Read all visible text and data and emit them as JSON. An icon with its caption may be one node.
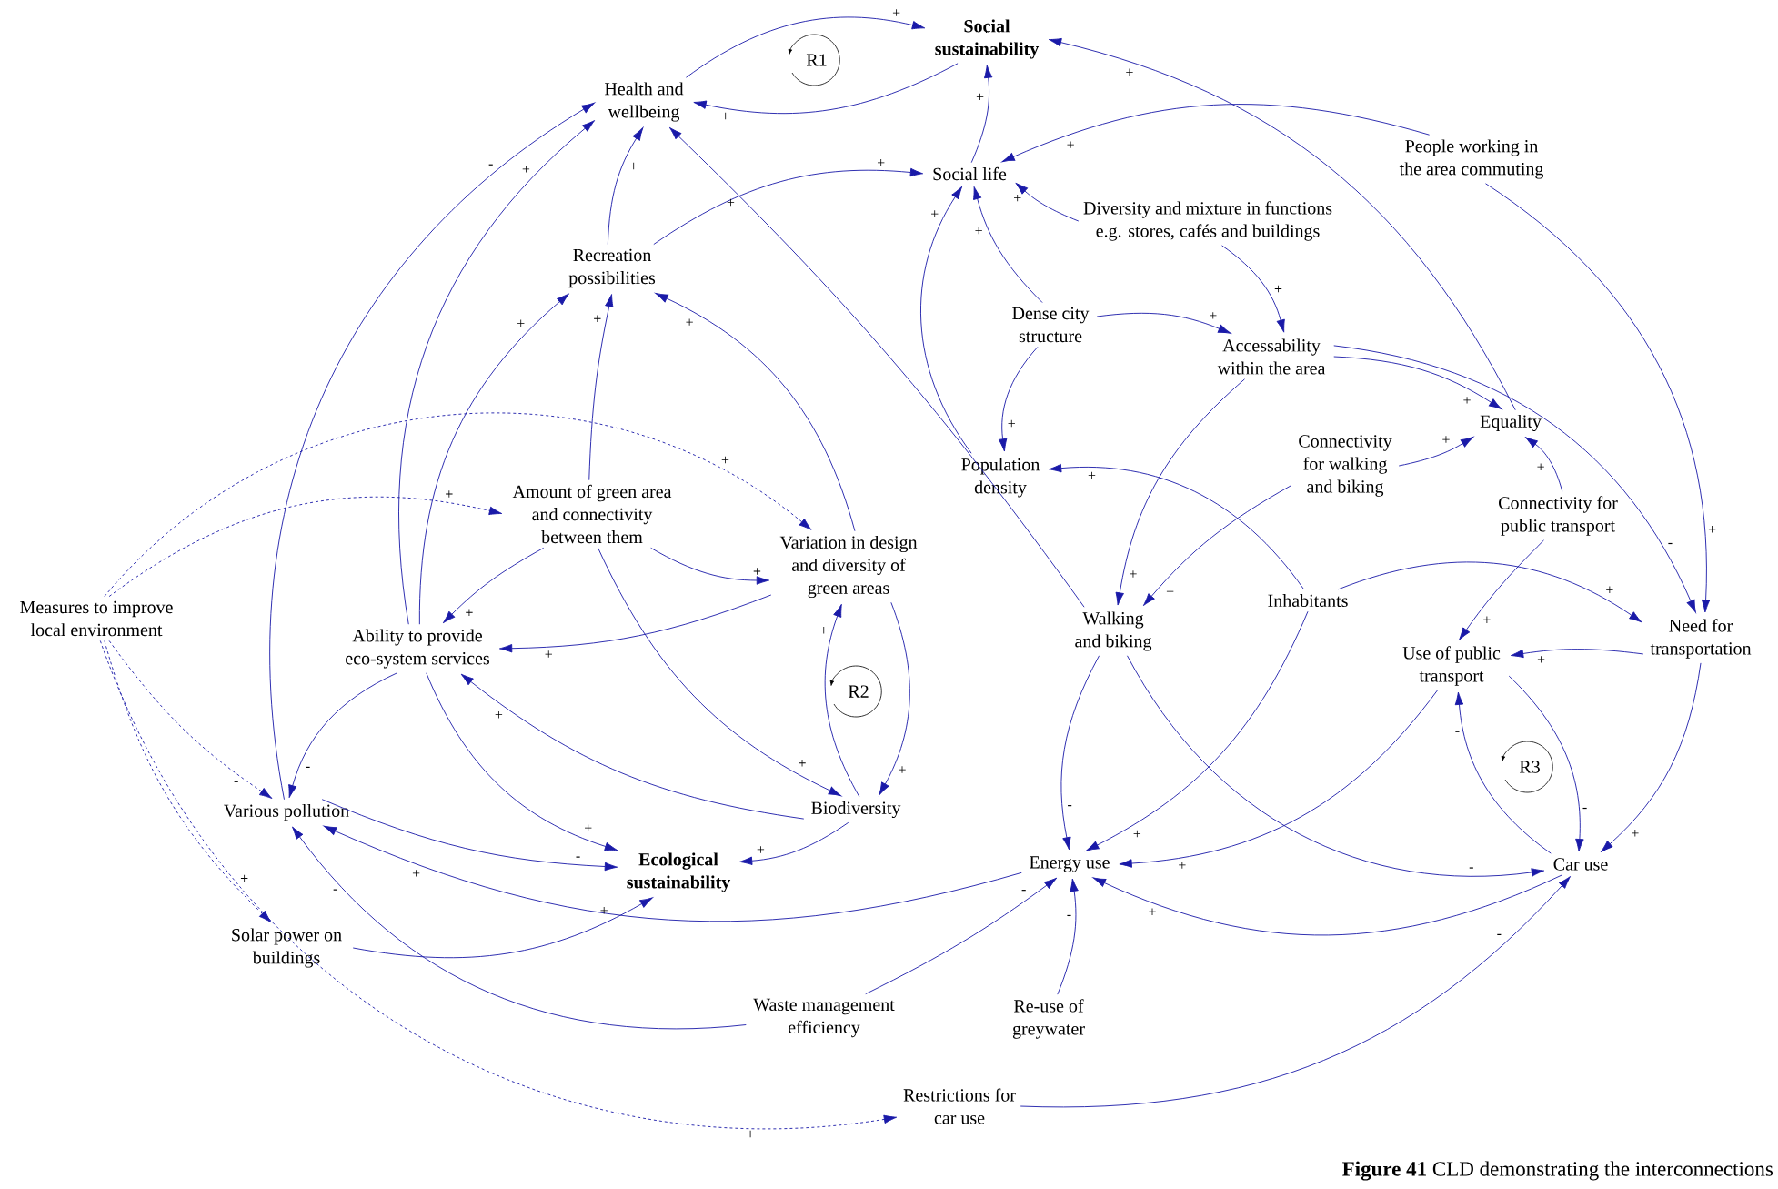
{
  "diagram": {
    "caption": "**Figure 41** CLD demonstrating the interconnections",
    "nodes": [
      {
        "text": [
          "Social sustainability"
        ]
      },
      {
        "text": [
          "Health and wellbeing"
        ]
      },
      {
        "text": [
          "Social life"
        ]
      },
      {
        "text": [
          "People working in the area commuting"
        ]
      },
      {
        "text": [
          "Diversity and mixture in functions e.g. stores, cafés and buildings"
        ]
      },
      {
        "text": [
          "Recreation possibilities"
        ]
      },
      {
        "text": [
          "Dense city structure"
        ]
      },
      {
        "text": [
          "Accessability within the area"
        ]
      },
      {
        "text": [
          "Equality"
        ]
      },
      {
        "text": [
          "Population density"
        ]
      },
      {
        "text": [
          "Connectivity for walking and biking"
        ]
      },
      {
        "text": [
          "Amount of green area and connectivity between them"
        ]
      },
      {
        "text": [
          "Connectivity for public transport"
        ]
      },
      {
        "text": [
          "Variation in design and diversity of green areas"
        ]
      },
      {
        "text": [
          "Measures to improve local environment"
        ]
      },
      {
        "text": [
          "Walking and biking"
        ]
      },
      {
        "text": [
          "Inhabitants"
        ]
      },
      {
        "text": [
          "Ability to provide eco-system services"
        ]
      },
      {
        "text": [
          "Need for transportation"
        ]
      },
      {
        "text": [
          "Use of public transport"
        ]
      },
      {
        "text": [
          "Various pollution"
        ]
      },
      {
        "text": [
          "Biodiversity"
        ]
      },
      {
        "text": [
          "Ecological sustainability"
        ]
      },
      {
        "text": [
          "Energy use"
        ]
      },
      {
        "text": [
          "Car use"
        ]
      },
      {
        "text": [
          "Solar power on buildings"
        ]
      },
      {
        "text": [
          "Waste management efficiency"
        ]
      },
      {
        "text": [
          "Re-use of greywater"
        ]
      },
      {
        "text": [
          "Restrictions for car use"
        ]
      }
    ],
    "edges": [
      {
        "from": 1,
        "to": 0,
        "arrow": "to",
        "label": "+"
      },
      {
        "from": 0,
        "to": 1,
        "arrow": "to",
        "label": "+"
      },
      {
        "from": 2,
        "to": 0,
        "arrow": "to",
        "label": "+"
      },
      {
        "from": 8,
        "to": 0,
        "arrow": "to",
        "label": "+"
      },
      {
        "from": 3,
        "to": 2,
        "arrow": "to",
        "label": "+"
      },
      {
        "from": 3,
        "to": 18,
        "arrow": "to",
        "label": "+"
      },
      {
        "from": 7,
        "to": 18,
        "arrow": "to",
        "label": "-"
      },
      {
        "from": 5,
        "to": 2,
        "arrow": "to",
        "label": "+"
      },
      {
        "from": 5,
        "to": 1,
        "arrow": "to",
        "label": "+"
      },
      {
        "from": 20,
        "to": 1,
        "arrow": "to",
        "label": "-"
      },
      {
        "from": 17,
        "to": 1,
        "arrow": "to",
        "label": "+"
      },
      {
        "from": 15,
        "to": 1,
        "arrow": "to",
        "label": "+"
      },
      {
        "from": 4,
        "to": 2,
        "arrow": "to",
        "label": "+"
      },
      {
        "from": 6,
        "to": 2,
        "arrow": "to",
        "label": "+"
      },
      {
        "from": 9,
        "to": 2,
        "arrow": "to",
        "label": "+"
      },
      {
        "from": 4,
        "to": 7,
        "arrow": "to",
        "label": "+"
      },
      {
        "from": 6,
        "to": 7,
        "arrow": "to",
        "label": "+"
      },
      {
        "from": 6,
        "to": 9,
        "arrow": "to",
        "label": "+"
      },
      {
        "from": 7,
        "to": 8,
        "arrow": "to",
        "label": "+"
      },
      {
        "from": 10,
        "to": 8,
        "arrow": "to",
        "label": "+"
      },
      {
        "from": 12,
        "to": 8,
        "arrow": "to",
        "label": "+"
      },
      {
        "from": 16,
        "to": 9,
        "arrow": "to",
        "label": "+"
      },
      {
        "from": 7,
        "to": 15,
        "arrow": "to",
        "label": "+"
      },
      {
        "from": 10,
        "to": 15,
        "arrow": "to",
        "label": "+"
      },
      {
        "from": 12,
        "to": 19,
        "arrow": "to",
        "label": "+"
      },
      {
        "from": 16,
        "to": 18,
        "arrow": "to",
        "label": "+"
      },
      {
        "from": 18,
        "to": 19,
        "arrow": "to",
        "label": "+"
      },
      {
        "from": 18,
        "to": 24,
        "arrow": "to",
        "label": "+"
      },
      {
        "from": 19,
        "to": 24,
        "arrow": "to",
        "label": "-"
      },
      {
        "from": 24,
        "to": 19,
        "arrow": "to",
        "label": "-"
      },
      {
        "from": 19,
        "to": 23,
        "arrow": "to",
        "label": "+"
      },
      {
        "from": 16,
        "to": 23,
        "arrow": "to",
        "label": "+"
      },
      {
        "from": 15,
        "to": 23,
        "arrow": "to",
        "label": "-"
      },
      {
        "from": 15,
        "to": 24,
        "arrow": "to",
        "label": "-"
      },
      {
        "from": 24,
        "to": 23,
        "arrow": "to",
        "label": "+"
      },
      {
        "from": 26,
        "to": 23,
        "arrow": "to",
        "label": "-"
      },
      {
        "from": 27,
        "to": 23,
        "arrow": "to",
        "label": "-"
      },
      {
        "from": 28,
        "to": 24,
        "arrow": "to",
        "label": "-"
      },
      {
        "from": 23,
        "to": 20,
        "arrow": "to",
        "label": "+"
      },
      {
        "from": 26,
        "to": 20,
        "arrow": "to",
        "label": "-"
      },
      {
        "from": 20,
        "to": 22,
        "arrow": "to",
        "label": "-"
      },
      {
        "from": 17,
        "to": 22,
        "arrow": "to",
        "label": "+"
      },
      {
        "from": 21,
        "to": 22,
        "arrow": "to",
        "label": "+"
      },
      {
        "from": 25,
        "to": 22,
        "arrow": "to",
        "label": "+"
      },
      {
        "from": 17,
        "to": 20,
        "arrow": "to",
        "label": "-"
      },
      {
        "from": 11,
        "to": 5,
        "arrow": "to",
        "label": "+"
      },
      {
        "from": 17,
        "to": 5,
        "arrow": "to",
        "label": "+"
      },
      {
        "from": 13,
        "to": 5,
        "arrow": "to",
        "label": "+"
      },
      {
        "from": 11,
        "to": 13,
        "arrow": "to",
        "label": "+"
      },
      {
        "from": 11,
        "to": 17,
        "arrow": "to",
        "label": "+"
      },
      {
        "from": 13,
        "to": 17,
        "arrow": "to",
        "label": "+"
      },
      {
        "from": 11,
        "to": 21,
        "arrow": "to",
        "label": "+"
      },
      {
        "from": 21,
        "to": 13,
        "arrow": "to",
        "label": "+"
      },
      {
        "from": 13,
        "to": 21,
        "arrow": "to",
        "label": "+"
      },
      {
        "from": 21,
        "to": 17,
        "arrow": "to",
        "label": "+"
      },
      {
        "from": 14,
        "to": 11,
        "arrow": "to",
        "label": "+",
        "style": "dashed"
      },
      {
        "from": 14,
        "to": 13,
        "arrow": "to",
        "label": "+",
        "style": "dashed"
      },
      {
        "from": 14,
        "to": 20,
        "arrow": "to",
        "label": "-",
        "style": "dashed"
      },
      {
        "from": 14,
        "to": 25,
        "arrow": "to",
        "label": "+",
        "style": "dashed"
      },
      {
        "from": 14,
        "to": 28,
        "arrow": "to",
        "label": "+",
        "style": "dashed"
      }
    ],
    "labels": [
      "R1",
      "R2",
      "R3"
    ]
  }
}
